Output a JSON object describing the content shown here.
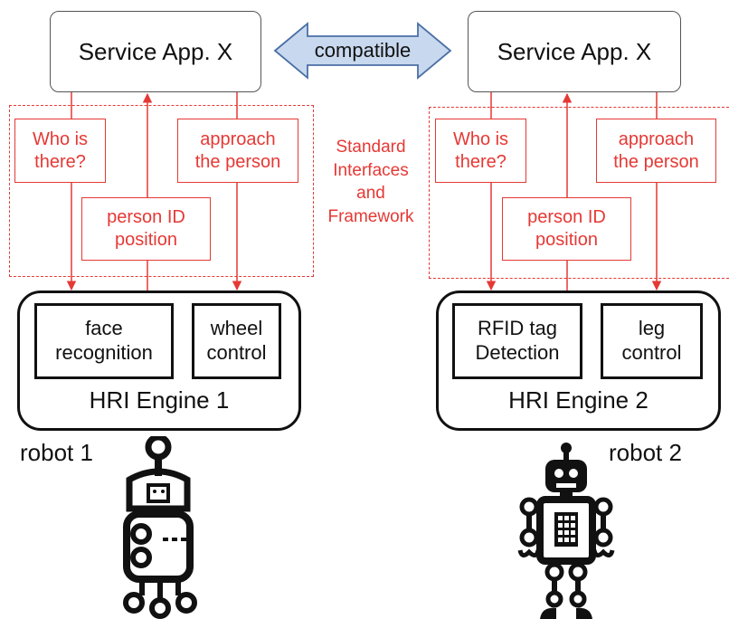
{
  "left": {
    "app_title": "Service App. X",
    "query_label": "Who is\nthere?",
    "command_label": "approach\nthe person",
    "result_label": "person ID\nposition",
    "module_a": "face\nrecognition",
    "module_b": "wheel\ncontrol",
    "engine": "HRI Engine 1",
    "robot": "robot 1"
  },
  "right": {
    "app_title": "Service App. X",
    "query_label": "Who is\nthere?",
    "command_label": "approach\nthe person",
    "result_label": "person ID\nposition",
    "module_a": "RFID tag\nDetection",
    "module_b": "leg\ncontrol",
    "engine": "HRI Engine 2",
    "robot": "robot 2"
  },
  "compatible_label": "compatible",
  "standard_label": "Standard\nInterfaces\nand\nFramework",
  "colors": {
    "interface_red": "#e53935",
    "arrow_fill": "#c8d8ee",
    "arrow_stroke": "#4a6fa5",
    "ink": "#111111"
  }
}
